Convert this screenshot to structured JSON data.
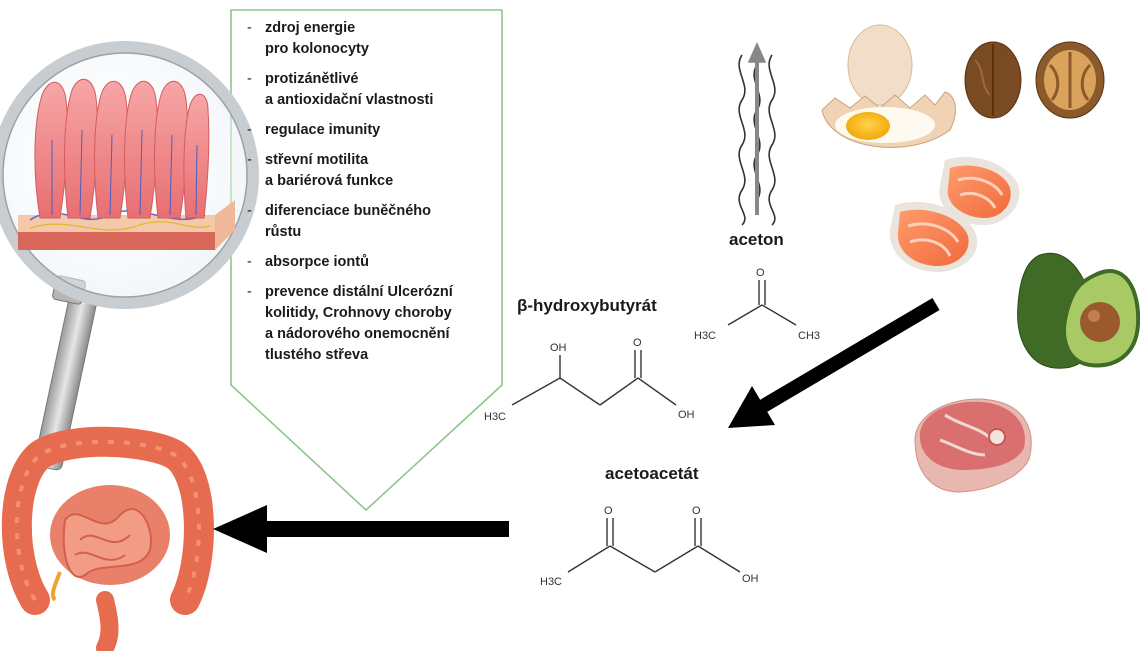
{
  "benefits": [
    "zdroj energie\npro kolonocyty",
    "protizánětlivé\na antioxidační vlastnosti",
    "regulace imunity",
    "střevní motilita\na bariérová funkce",
    "diferenciace buněčného\nrůstu",
    "absorpce iontů",
    "prevence distální Ulcerózní\nkolitidy, Crohnovy choroby\na nádorového onemocnění\ntlustého střeva"
  ],
  "molecules": {
    "acetone": {
      "name": "aceton",
      "o": "O",
      "ch3_left": "H3C",
      "ch3_right": "CH3"
    },
    "bhb": {
      "name": "β-hydroxybutyrát",
      "oh": "OH",
      "o": "O",
      "ch3": "H3C",
      "acid_oh": "OH"
    },
    "acetoacetate": {
      "name": "acetoacetát",
      "o1": "O",
      "o2": "O",
      "ch3": "H3C",
      "acid_oh": "OH"
    }
  },
  "icons": [
    "intestinal-villi-icon",
    "magnifier-icon",
    "intestine-icon",
    "egg-icon",
    "walnut-icon",
    "salmon-icon",
    "avocado-icon",
    "meat-icon",
    "evaporation-waves-icon"
  ]
}
